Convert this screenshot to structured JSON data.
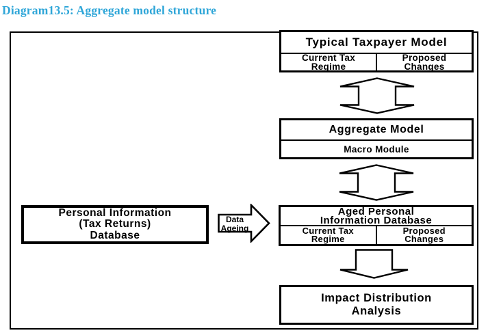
{
  "title": "Diagram13.5: Aggregate model structure",
  "colors": {
    "title_accent": "#2fa6d8",
    "line": "#000000",
    "fill": "#ffffff"
  },
  "icons": {
    "flow_vertical": "updown-block-arrow",
    "flow_down": "down-block-arrow",
    "flow_right": "right-block-arrow"
  },
  "diagram": {
    "typical_taxpayer": {
      "title": "Typical Taxpayer Model",
      "cells": [
        {
          "line1": "Current Tax",
          "line2": "Regime"
        },
        {
          "line1": "Proposed",
          "line2": "Changes"
        }
      ]
    },
    "aggregate_model": {
      "title": "Aggregate Model",
      "module": "Macro Module"
    },
    "aged_personal": {
      "title_line1": "Aged Personal",
      "title_line2": "Information Database",
      "cells": [
        {
          "line1": "Current Tax",
          "line2": "Regime"
        },
        {
          "line1": "Proposed",
          "line2": "Changes"
        }
      ]
    },
    "personal_info": {
      "line1": "Personal Information",
      "line2": "(Tax Returns)",
      "line3": "Database"
    },
    "impact_analysis": {
      "line1": "Impact Distribution",
      "line2": "Analysis"
    },
    "data_ageing_arrow": {
      "line1": "Data",
      "line2": "Ageing"
    }
  }
}
